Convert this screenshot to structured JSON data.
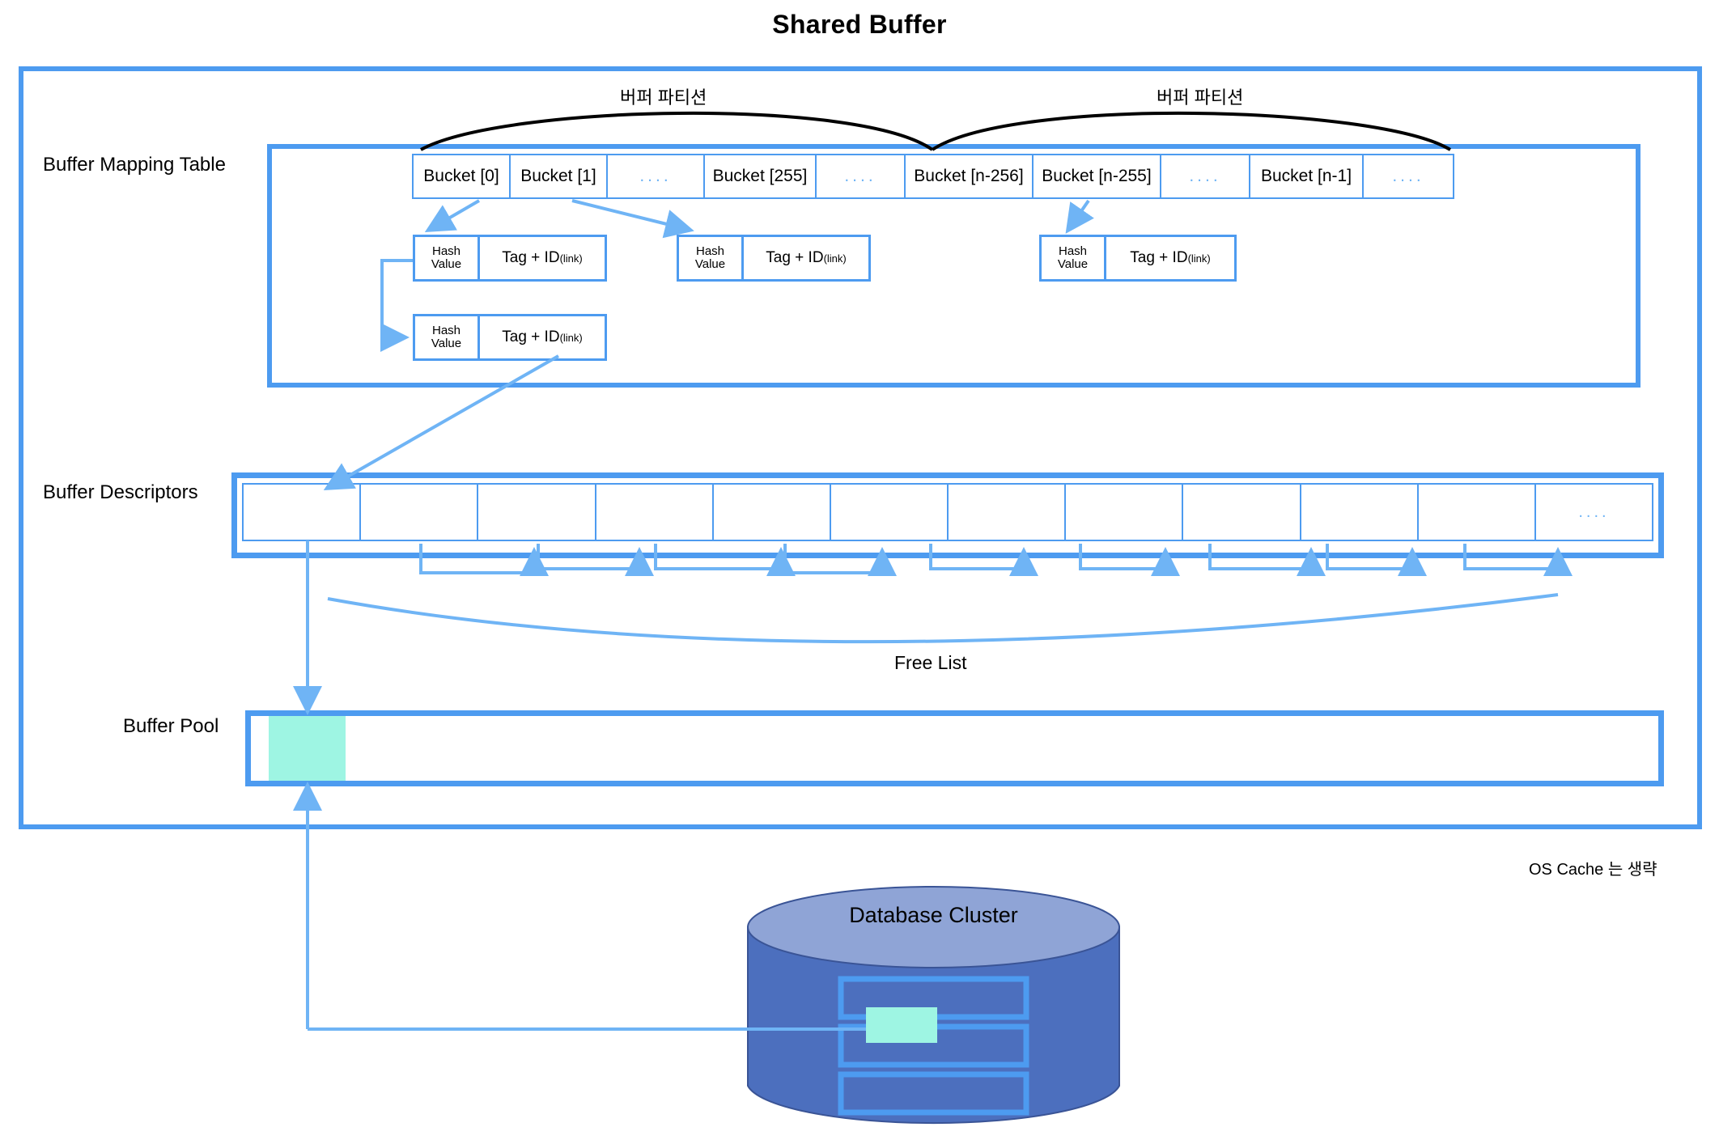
{
  "title": "Shared Buffer",
  "labels": {
    "buffer_mapping_table": "Buffer Mapping Table",
    "buffer_descriptors": "Buffer Descriptors",
    "buffer_pool": "Buffer Pool",
    "free_list": "Free List",
    "partition_left": "버퍼 파티션",
    "partition_right": "버퍼 파티션",
    "note": "OS Cache 는 생략",
    "database_cluster": "Database Cluster"
  },
  "buckets": [
    {
      "label": "Bucket [0]",
      "width": 120,
      "dots": false
    },
    {
      "label": "Bucket [1]",
      "width": 120,
      "dots": false
    },
    {
      "label": "....",
      "width": 120,
      "dots": true
    },
    {
      "label": "Bucket [255]",
      "width": 138,
      "dots": false
    },
    {
      "label": "....",
      "width": 110,
      "dots": true
    },
    {
      "label": "Bucket [n-256]",
      "width": 158,
      "dots": false
    },
    {
      "label": "Bucket [n-255]",
      "width": 158,
      "dots": false
    },
    {
      "label": "....",
      "width": 110,
      "dots": true
    },
    {
      "label": "Bucket [n-1]",
      "width": 140,
      "dots": false
    },
    {
      "label": "....",
      "width": 110,
      "dots": true
    }
  ],
  "hash_entries": [
    {
      "hash_line1": "Hash",
      "hash_line2": "Value",
      "tag": "Tag  +  ID",
      "tag_sub": "(link)"
    },
    {
      "hash_line1": "Hash",
      "hash_line2": "Value",
      "tag": "Tag  +  ID",
      "tag_sub": "(link)"
    },
    {
      "hash_line1": "Hash",
      "hash_line2": "Value",
      "tag": "Tag  +  ID",
      "tag_sub": "(link)"
    },
    {
      "hash_line1": "Hash",
      "hash_line2": "Value",
      "tag": "Tag  +  ID",
      "tag_sub": "(link)"
    }
  ],
  "descriptors": [
    {
      "label": ""
    },
    {
      "label": ""
    },
    {
      "label": ""
    },
    {
      "label": ""
    },
    {
      "label": ""
    },
    {
      "label": ""
    },
    {
      "label": ""
    },
    {
      "label": ""
    },
    {
      "label": ""
    },
    {
      "label": ""
    },
    {
      "label": ""
    },
    {
      "label": "...."
    }
  ],
  "colors": {
    "frame_blue": "#4d9bf0",
    "light_blue": "#6fb4f5",
    "highlight_cyan": "#9ef5e3",
    "db_body": "#4c6fbe",
    "db_top": "#8fa4d6",
    "black": "#000000"
  }
}
